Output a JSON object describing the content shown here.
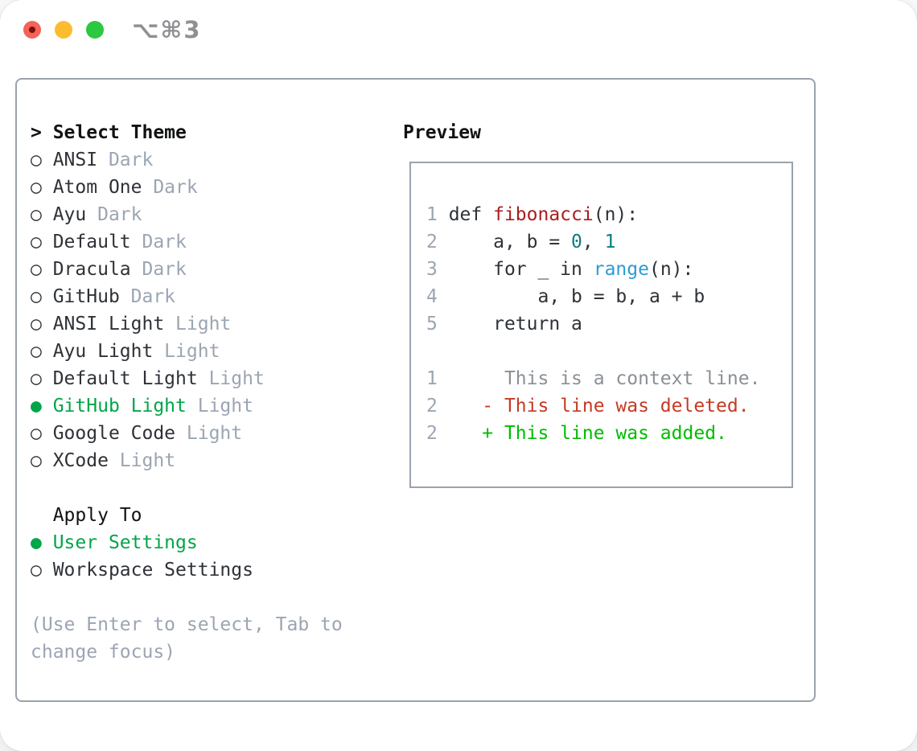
{
  "window": {
    "title": "⌥⌘3"
  },
  "colors": {
    "light-red": "#f4635a",
    "light-yellow": "#fbbd2d",
    "light-green": "#2bc840",
    "title-gray": "#8f9093",
    "border": "#9aa2ae",
    "heading": "#101214",
    "text": "#2e3237",
    "muted": "#9ba5b3",
    "context-gray": "#8b9096",
    "accent-green": "#00a648",
    "added-green": "#00bc00",
    "deleted-red": "#c63a23",
    "func-red": "#aa1d1d",
    "number-teal": "#0d7b82",
    "builtin-blue": "#2b9cd4"
  },
  "icons": {
    "radio_selected": "●",
    "radio_unselected": "○",
    "selector_caret": ">"
  },
  "selector": {
    "caret": "> ",
    "title": "Select Theme",
    "themes": [
      {
        "name": "ANSI",
        "tag": "Dark",
        "selected": false
      },
      {
        "name": "Atom One",
        "tag": "Dark",
        "selected": false
      },
      {
        "name": "Ayu",
        "tag": "Dark",
        "selected": false
      },
      {
        "name": "Default",
        "tag": "Dark",
        "selected": false
      },
      {
        "name": "Dracula",
        "tag": "Dark",
        "selected": false
      },
      {
        "name": "GitHub",
        "tag": "Dark",
        "selected": false
      },
      {
        "name": "ANSI Light",
        "tag": "Light",
        "selected": false
      },
      {
        "name": "Ayu Light",
        "tag": "Light",
        "selected": false
      },
      {
        "name": "Default Light",
        "tag": "Light",
        "selected": false
      },
      {
        "name": "GitHub Light",
        "tag": "Light",
        "selected": true
      },
      {
        "name": "Google Code",
        "tag": "Light",
        "selected": false
      },
      {
        "name": "XCode",
        "tag": "Light",
        "selected": false
      }
    ]
  },
  "apply": {
    "title": "Apply To",
    "options": [
      {
        "name": "User Settings",
        "selected": true
      },
      {
        "name": "Workspace Settings",
        "selected": false
      }
    ]
  },
  "hint": [
    "(Use Enter to select, Tab to",
    "change focus)"
  ],
  "preview": {
    "title": "Preview",
    "lines": [
      [
        {
          "t": "1 ",
          "c": "ln"
        },
        {
          "t": "def ",
          "c": "code"
        },
        {
          "t": "fibonacci",
          "c": "fn"
        },
        {
          "t": "(n):",
          "c": "code"
        }
      ],
      [
        {
          "t": "2 ",
          "c": "ln"
        },
        {
          "t": "    a, b = ",
          "c": "code"
        },
        {
          "t": "0",
          "c": "num"
        },
        {
          "t": ", ",
          "c": "code"
        },
        {
          "t": "1",
          "c": "num"
        }
      ],
      [
        {
          "t": "3 ",
          "c": "ln"
        },
        {
          "t": "    for _ in ",
          "c": "code"
        },
        {
          "t": "range",
          "c": "bi"
        },
        {
          "t": "(n):",
          "c": "code"
        }
      ],
      [
        {
          "t": "4 ",
          "c": "ln"
        },
        {
          "t": "        a, b = b, a + b",
          "c": "code"
        }
      ],
      [
        {
          "t": "5 ",
          "c": "ln"
        },
        {
          "t": "    return a",
          "c": "code"
        }
      ],
      [],
      [
        {
          "t": "1",
          "c": "ln"
        },
        {
          "t": "      This is a context line.",
          "c": "ctx"
        }
      ],
      [
        {
          "t": "2",
          "c": "ln"
        },
        {
          "t": "    ",
          "c": "code"
        },
        {
          "t": "- This line was deleted.",
          "c": "del"
        }
      ],
      [
        {
          "t": "2",
          "c": "ln"
        },
        {
          "t": "    ",
          "c": "code"
        },
        {
          "t": "+ This line was added.",
          "c": "add"
        }
      ]
    ]
  }
}
